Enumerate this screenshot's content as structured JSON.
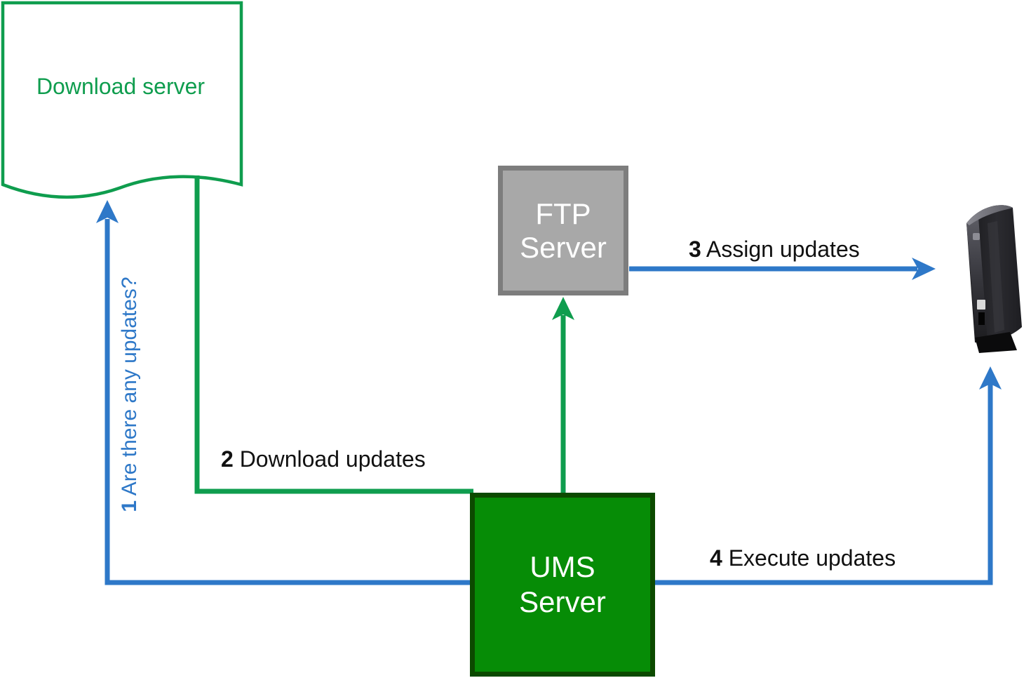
{
  "colors": {
    "green_line": "#0f9d4e",
    "blue": "#2e78c8",
    "black_label": "#111111",
    "ums_fill": "#068c06",
    "ums_border": "#0c4a00",
    "ftp_fill": "#a8a8a8",
    "ftp_border": "#7d7d7d",
    "node_text": "#ffffff"
  },
  "nodes": {
    "download_server": {
      "label": "Download server"
    },
    "ftp_server": {
      "label": "FTP Server"
    },
    "ums_server": {
      "label": "UMS Server"
    },
    "endpoint_device_icon": "thin-client-tower"
  },
  "arrows": [
    {
      "number": "1",
      "label": "Are there any updates?"
    },
    {
      "number": "2",
      "label": "Download updates"
    },
    {
      "number": "3",
      "label": "Assign updates"
    },
    {
      "number": "4",
      "label": "Execute updates"
    }
  ]
}
